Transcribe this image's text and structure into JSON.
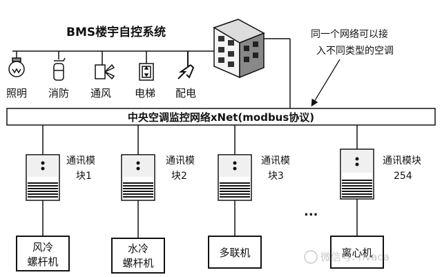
{
  "title": "BMS楼宇自控系统",
  "note": [
    "同一个网络可以接",
    "入不同类型的空调"
  ],
  "subsystems": [
    {
      "label": "照明",
      "icon": "lightbulb-icon"
    },
    {
      "label": "消防",
      "icon": "fire-extinguisher-icon"
    },
    {
      "label": "通风",
      "icon": "fan-icon"
    },
    {
      "label": "电梯",
      "icon": "elevator-icon"
    },
    {
      "label": "配电",
      "icon": "lightning-icon"
    }
  ],
  "network_bus": "中央空调监控网络xNet(modbus协议)",
  "modules": [
    {
      "label_lines": [
        "通讯模",
        "块1"
      ]
    },
    {
      "label_lines": [
        "通讯模",
        "块2"
      ]
    },
    {
      "label_lines": [
        "通讯模",
        "块3"
      ]
    },
    {
      "label_lines": [
        "通讯模块",
        "254"
      ]
    }
  ],
  "ellipsis": "...",
  "units": [
    {
      "lines": [
        "风冷",
        "螺杆机"
      ]
    },
    {
      "lines": [
        "水冷",
        "螺杆机"
      ]
    },
    {
      "lines": [
        "多联机"
      ]
    },
    {
      "lines": [
        "离心机"
      ]
    }
  ],
  "watermark": "微信号: hvaca"
}
